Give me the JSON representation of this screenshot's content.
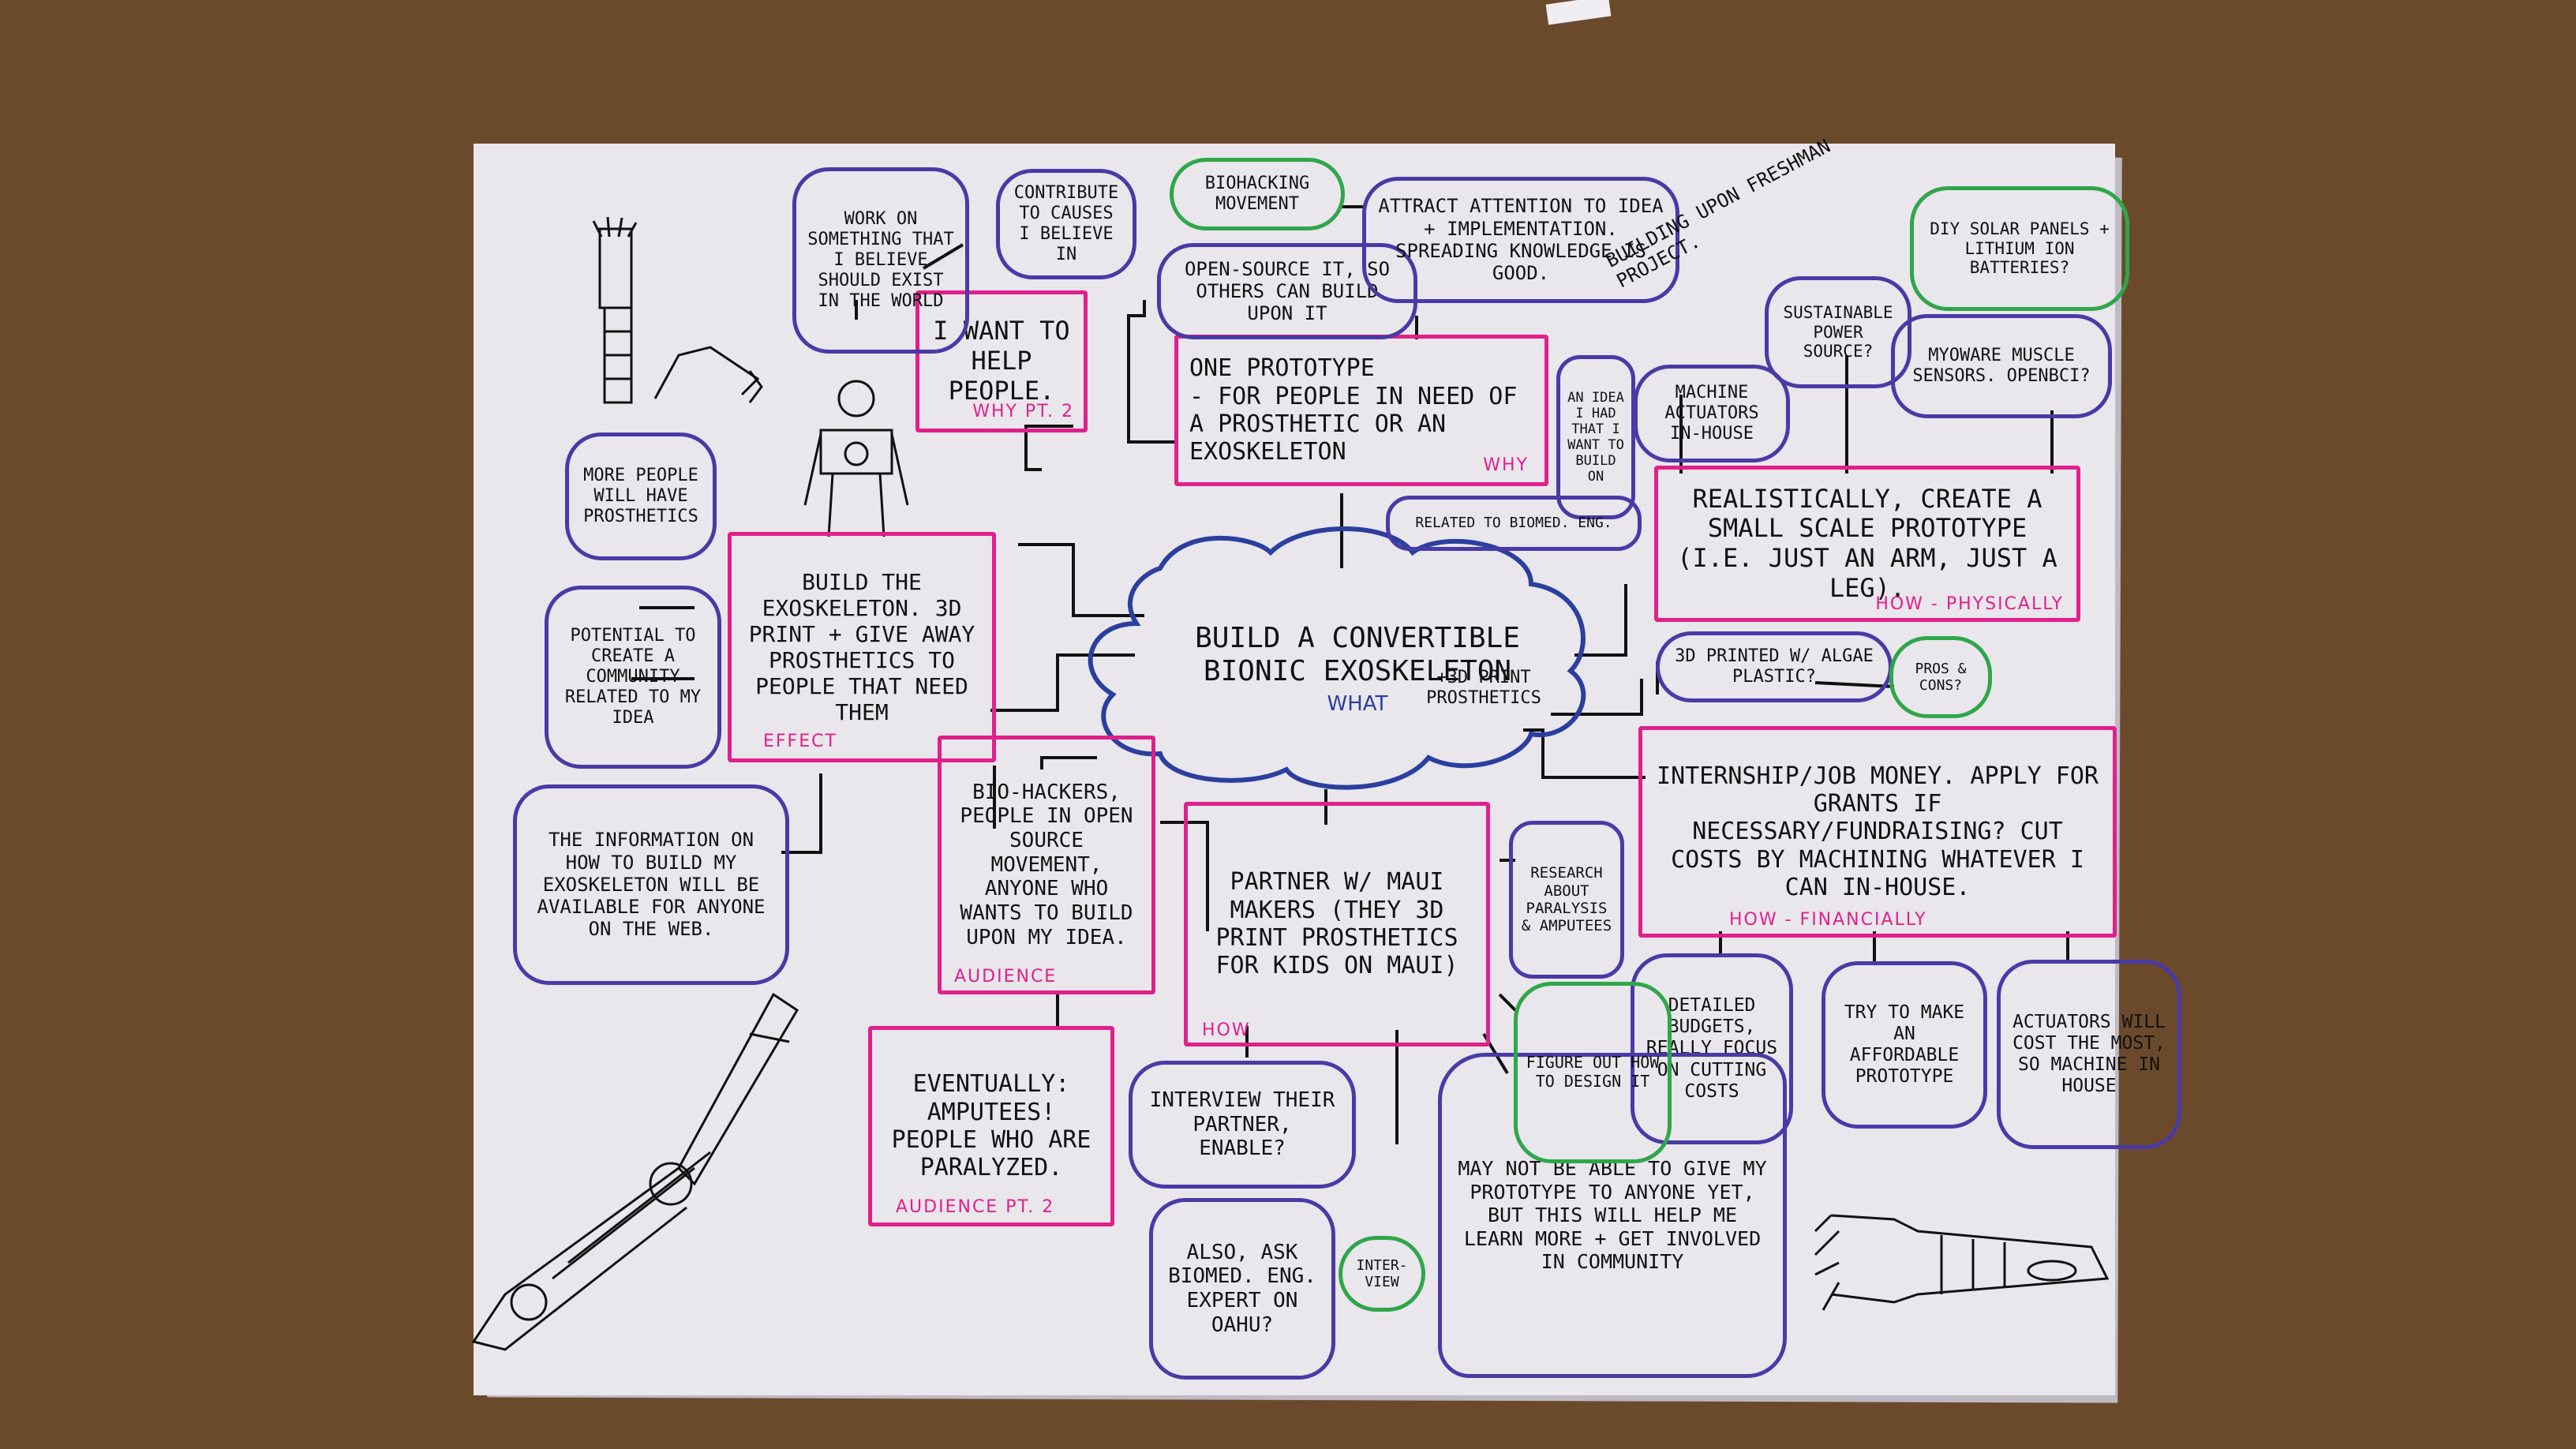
{
  "colors": {
    "table": "#6b4a2c",
    "paper": "#e9e6ec",
    "pink": "#e0208a",
    "purple": "#4a3aa6",
    "green": "#2fa64a",
    "navy": "#2a3f9e",
    "ink": "#111111"
  },
  "center": {
    "title": "Build a convertible bionic exoskeleton",
    "note": "+3D print prosthetics",
    "tag": "What"
  },
  "boxes": {
    "prototype": {
      "text": "One prototype\n- for people in need of a prosthetic or an exoskeleton",
      "tag": "Why"
    },
    "help": {
      "text": "I want to help people.",
      "tag": "Why pt. 2"
    },
    "build": {
      "text": "Build the exoskeleton. 3D print + give away prosthetics to people that need them",
      "tag": "Effect"
    },
    "realistic": {
      "text": "Realistically, create a small scale prototype (i.e. just an arm, just a leg).",
      "tag": "How - physically"
    },
    "internship": {
      "text": "Internship/job money. Apply for grants if necessary/fundraising? Cut costs by machining whatever I can in-house.",
      "tag": "How - financially"
    },
    "biohackers": {
      "text": "Bio-hackers, people in open source movement, anyone who wants to build upon my idea.",
      "tag": "Audience"
    },
    "eventually": {
      "text": "Eventually: amputees! People who are paralyzed.",
      "tag": "Audience pt. 2"
    },
    "partner": {
      "text": "Partner w/ Maui Makers (they 3D print prosthetics for kids on Maui)",
      "tag": "How"
    }
  },
  "bubbles": {
    "work_on": "Work on something that I believe should exist in the world",
    "contribute": "Contribute to causes I believe in",
    "open_source": "Open-source it, so others can build upon it",
    "attract": "Attract attention to idea + implementation. Spreading knowledge is good.",
    "idea_had": "An idea I had that I want to build on",
    "related": "Related to biomed. eng.",
    "more_people": "More people will have prosthetics",
    "community": "Potential to create a community related to my idea",
    "information": "The information on how to build my exoskeleton will be available for anyone on the web.",
    "machine_act": "Machine actuators in-house",
    "sustainable": "Sustainable power source?",
    "myoware": "Myoware muscle sensors. OpenBCI?",
    "printed": "3D printed w/ algae plastic?",
    "research": "Research about paralysis & amputees",
    "detailed": "Detailed budgets, really focus on cutting costs",
    "affordable": "Try to make an affordable prototype",
    "actuators_cost": "Actuators will cost the most, so machine in house",
    "interview": "Interview their partner, eNable?",
    "also_ask": "Also, ask biomed. eng. expert on Oahu?",
    "may_not": "May not be able to give my prototype to anyone yet, but this will help me learn more + get involved in community"
  },
  "green_bubbles": {
    "biohacking": "Biohacking movement",
    "diy_solar": "DIY solar panels + lithium ion batteries?",
    "pros_cons": "Pros & cons?",
    "figure_out": "Figure out how to design it",
    "interview_note": "Inter-view"
  },
  "annotations": {
    "freshman": "Building upon freshman project."
  }
}
